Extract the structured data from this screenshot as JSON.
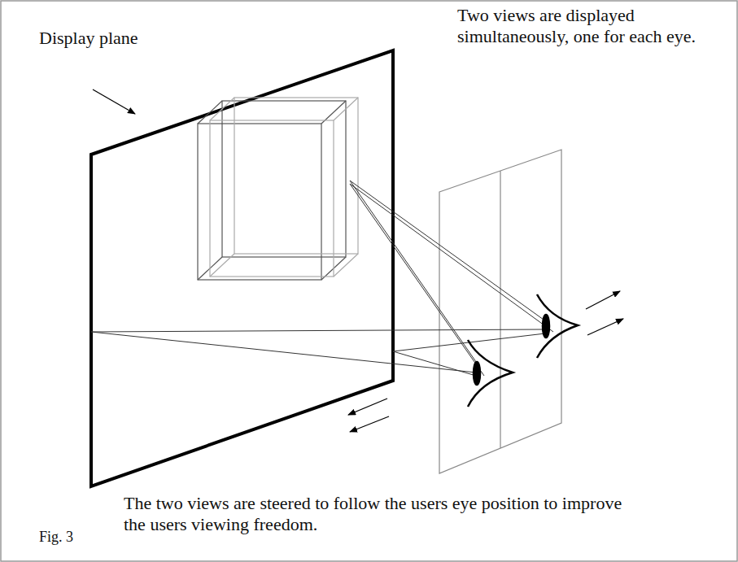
{
  "diagram": {
    "labels": [
      "Display plane",
      "Two views are displayed simultaneously, one for each eye.",
      "The two views are steered to follow the users eye position to improve the users viewing freedom.",
      "Fig. 3"
    ]
  }
}
